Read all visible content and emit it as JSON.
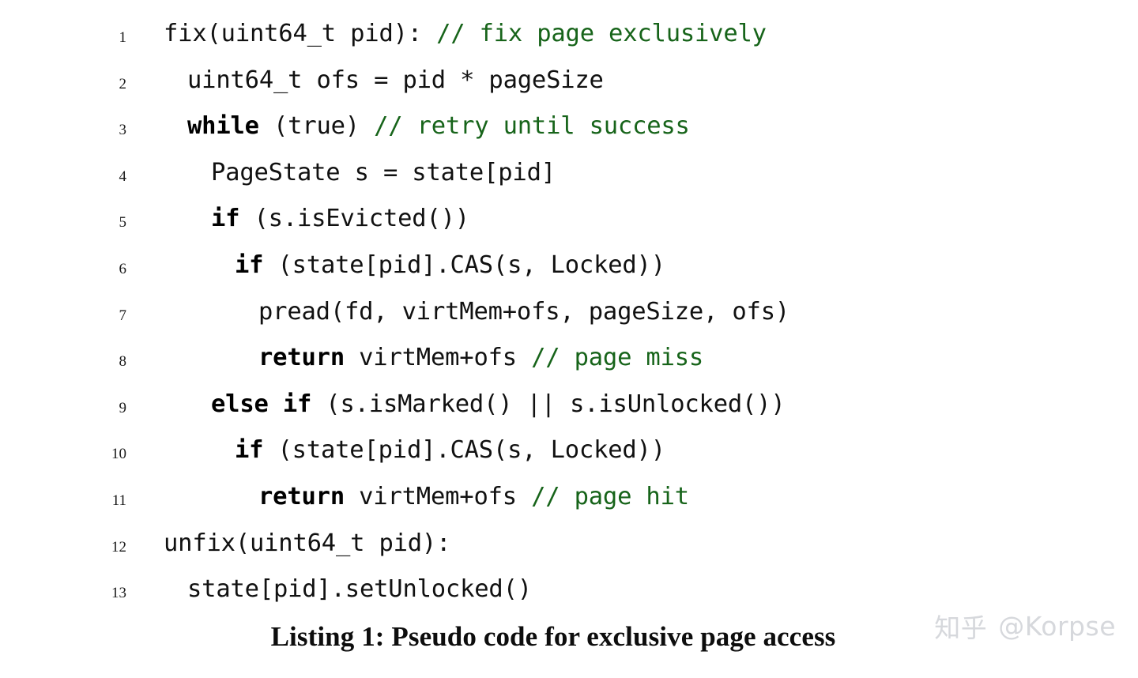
{
  "document": {
    "kind": "code-listing-figure",
    "background_color": "#ffffff",
    "comment_color": "#17641a",
    "code_color": "#111111",
    "keyword_color": "#000000",
    "watermark_color": "#d6d8dc"
  },
  "listing": {
    "lines": [
      {
        "number": "1",
        "indent": 0,
        "tokens": [
          {
            "style": "plain",
            "text": "fix(uint64_t pid): "
          },
          {
            "style": "comment",
            "text": "// fix page exclusively"
          }
        ],
        "plain_text": "fix(uint64_t pid): // fix page exclusively"
      },
      {
        "number": "2",
        "indent": 2,
        "tokens": [
          {
            "style": "plain",
            "text": "uint64_t ofs = pid * pageSize"
          }
        ],
        "plain_text": "uint64_t ofs = pid * pageSize"
      },
      {
        "number": "3",
        "indent": 2,
        "tokens": [
          {
            "style": "kw",
            "text": "while"
          },
          {
            "style": "plain",
            "text": " (true) "
          },
          {
            "style": "comment",
            "text": "// retry until success"
          }
        ],
        "plain_text": "while (true) // retry until success"
      },
      {
        "number": "4",
        "indent": 4,
        "tokens": [
          {
            "style": "plain",
            "text": "PageState s = state[pid]"
          }
        ],
        "plain_text": "PageState s = state[pid]"
      },
      {
        "number": "5",
        "indent": 4,
        "tokens": [
          {
            "style": "kw",
            "text": "if"
          },
          {
            "style": "plain",
            "text": " (s.isEvicted())"
          }
        ],
        "plain_text": "if (s.isEvicted())"
      },
      {
        "number": "6",
        "indent": 6,
        "tokens": [
          {
            "style": "kw",
            "text": "if"
          },
          {
            "style": "plain",
            "text": " (state[pid].CAS(s, Locked))"
          }
        ],
        "plain_text": "if (state[pid].CAS(s, Locked))"
      },
      {
        "number": "7",
        "indent": 8,
        "tokens": [
          {
            "style": "plain",
            "text": "pread(fd, virtMem+ofs, pageSize, ofs)"
          }
        ],
        "plain_text": "pread(fd, virtMem+ofs, pageSize, ofs)"
      },
      {
        "number": "8",
        "indent": 8,
        "tokens": [
          {
            "style": "kw",
            "text": "return"
          },
          {
            "style": "plain",
            "text": " virtMem+ofs "
          },
          {
            "style": "comment",
            "text": "// page miss"
          }
        ],
        "plain_text": "return virtMem+ofs // page miss"
      },
      {
        "number": "9",
        "indent": 4,
        "tokens": [
          {
            "style": "kw",
            "text": "else if"
          },
          {
            "style": "plain",
            "text": " (s.isMarked() || s.isUnlocked())"
          }
        ],
        "plain_text": "else if (s.isMarked() || s.isUnlocked())"
      },
      {
        "number": "10",
        "indent": 6,
        "tokens": [
          {
            "style": "kw",
            "text": "if"
          },
          {
            "style": "plain",
            "text": " (state[pid].CAS(s, Locked))"
          }
        ],
        "plain_text": "if (state[pid].CAS(s, Locked))"
      },
      {
        "number": "11",
        "indent": 8,
        "tokens": [
          {
            "style": "kw",
            "text": "return"
          },
          {
            "style": "plain",
            "text": " virtMem+ofs "
          },
          {
            "style": "comment",
            "text": "// page hit"
          }
        ],
        "plain_text": "return virtMem+ofs // page hit"
      },
      {
        "number": "12",
        "indent": 0,
        "tokens": [
          {
            "style": "plain",
            "text": "unfix(uint64_t pid):"
          }
        ],
        "plain_text": "unfix(uint64_t pid):"
      },
      {
        "number": "13",
        "indent": 2,
        "tokens": [
          {
            "style": "plain",
            "text": "state[pid].setUnlocked()"
          }
        ],
        "plain_text": "state[pid].setUnlocked()"
      }
    ]
  },
  "caption": {
    "text": "Listing 1: Pseudo code for exclusive page access"
  },
  "watermark": {
    "logo": "知乎",
    "handle": "@Korpse"
  }
}
